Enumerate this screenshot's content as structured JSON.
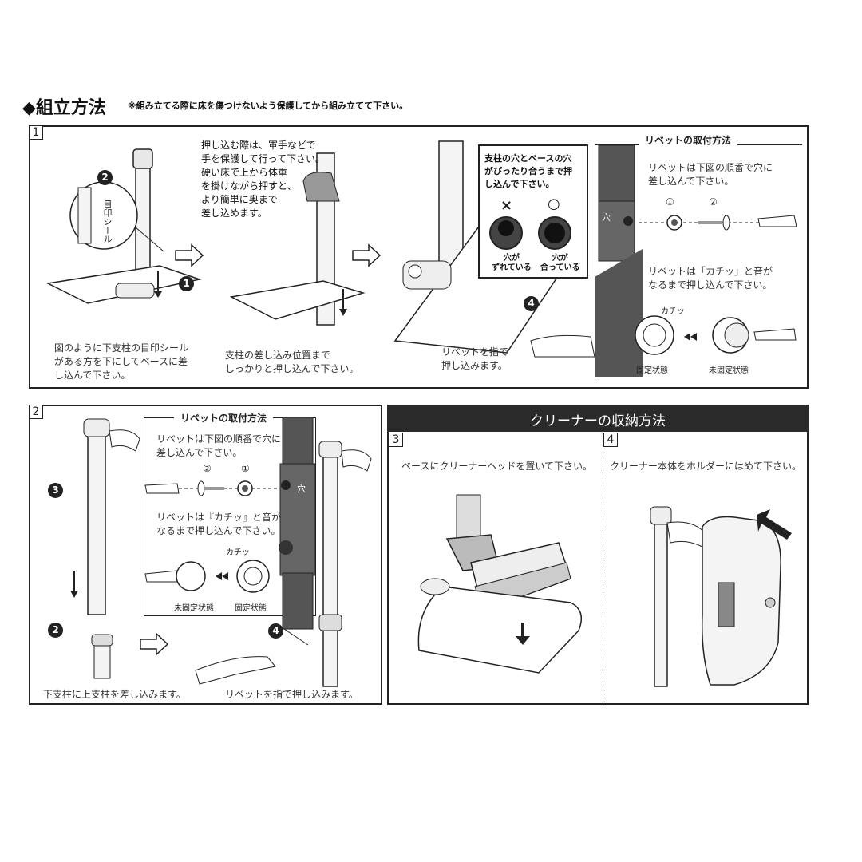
{
  "header": {
    "title": "◆組立方法",
    "note": "※組み立てる際に床を傷つけないよう保護してから組み立てて下さい。"
  },
  "step1": {
    "number": "1",
    "sticker_label": "目印シール",
    "text_a": "図のように下支柱の目印シール\nがある方を下にしてベースに差\nし込んで下さい。",
    "text_b": "押し込む際は、軍手などで\n手を保護して行って下さい。\n硬い床で上から体重\nを掛けながら押すと、\nより簡単に奥まで\n差し込めます。",
    "text_c": "支柱の差し込み位置まで\nしっかりと押し込んで下さい。",
    "hole_note": "支柱の穴とベースの穴\nがぴったり合うまで押\nし込んで下さい。",
    "mark_ng": "×",
    "mark_ok": "○",
    "ng_label": "穴が\nずれている",
    "ok_label": "穴が\n合っている",
    "text_d": "リベットを指で\n押し込みます。",
    "rivet": {
      "heading": "リベットの取付方法",
      "order_note": "リベットは下図の順番で穴に\n差し込んで下さい。",
      "n1": "①",
      "n2": "②",
      "hole": "穴",
      "click_note": "リベットは「カチッ」と音が\nなるまで押し込んで下さい。",
      "click": "カチッ",
      "fixed": "固定状態",
      "unfixed": "未固定状態"
    }
  },
  "step2": {
    "number": "2",
    "rivet": {
      "heading": "リベットの取付方法",
      "order_note": "リベットは下図の順番で穴に\n差し込んで下さい。",
      "n2": "②",
      "n1": "①",
      "hole": "穴",
      "click_note": "リベットは『カチッ』と音が\nなるまで押し込んで下さい。",
      "click": "カチッ",
      "unfixed": "未固定状態",
      "fixed": "固定状態"
    },
    "text_a": "下支柱に上支柱を差し込みます。",
    "text_b": "リベットを指で押し込みます。"
  },
  "storage": {
    "heading": "クリーナーの収納方法",
    "step3_number": "3",
    "step3_text": "ベースにクリーナーヘッドを置いて下さい。",
    "step4_number": "4",
    "step4_text": "クリーナー本体をホルダーにはめて下さい。"
  },
  "badges": [
    "1",
    "2",
    "3",
    "4"
  ]
}
